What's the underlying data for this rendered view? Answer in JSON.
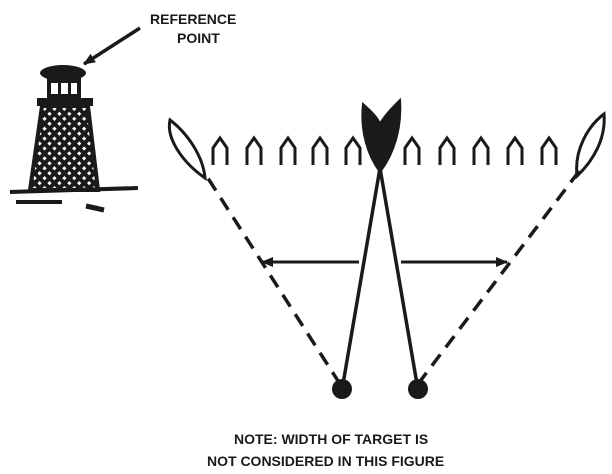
{
  "reference_label": {
    "line1": "REFERENCE",
    "line2": "POINT"
  },
  "note": {
    "line1": "NOTE:  WIDTH OF TARGET IS",
    "line2": "NOT CONSIDERED IN THIS FIGURE"
  },
  "target_boat_count": 10,
  "colors": {
    "ink": "#1a1a1a",
    "background": "#ffffff"
  }
}
